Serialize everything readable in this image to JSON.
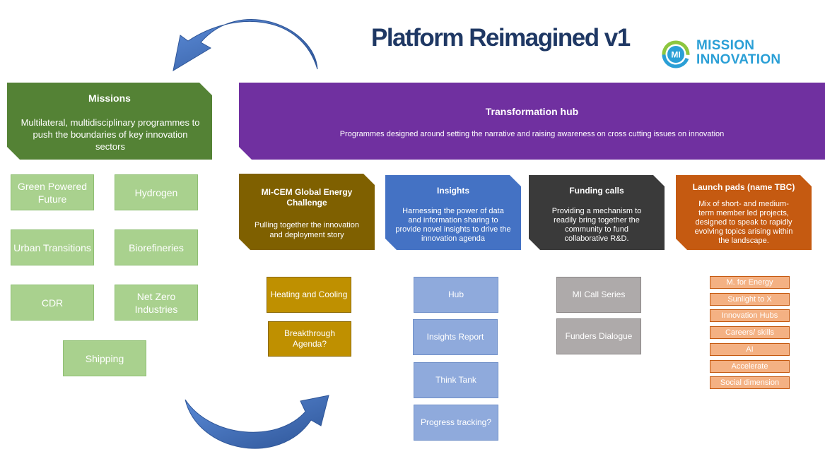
{
  "title": "Platform Reimagined v1",
  "logo": {
    "badge": "MI",
    "line1": "MISSION",
    "line2": "INNOVATION"
  },
  "missions": {
    "title": "Missions",
    "description": "Multilateral, multidisciplinary programmes to push the boundaries of key innovation sectors",
    "items": [
      "Green Powered Future",
      "Hydrogen",
      "Urban Transitions",
      "Biorefineries",
      "CDR",
      "Net Zero Industries",
      "Shipping"
    ]
  },
  "hub": {
    "title": "Transformation hub",
    "description": "Programmes designed around setting the narrative and raising awareness on cross cutting issues on innovation"
  },
  "columns": [
    {
      "title": "MI-CEM Global Energy Challenge",
      "description": "Pulling together the innovation and deployment story",
      "items": [
        "Heating and Cooling",
        "Breakthrough Agenda?"
      ]
    },
    {
      "title": "Insights",
      "description": "Harnessing the power of data and information sharing to provide novel insights to drive the innovation agenda",
      "items": [
        "Hub",
        "Insights Report",
        "Think Tank",
        "Progress tracking?"
      ]
    },
    {
      "title": "Funding calls",
      "description": "Providing a mechanism to readily bring together the community to fund collaborative R&D.",
      "items": [
        "MI Call Series",
        "Funders Dialogue"
      ]
    },
    {
      "title": "Launch pads (name TBC)",
      "description": "Mix of short- and medium-term member led projects, designed to speak to rapidly evolving topics arising within the landscape.",
      "items": [
        "M. for Energy",
        "Sunlight to X",
        "Innovation Hubs",
        "Careers/ skills",
        "AI",
        "Accelerate",
        "Social dimension"
      ]
    }
  ],
  "colors": {
    "title": "#1f3864",
    "missions": "#548235",
    "mission_item": "#a9d18e",
    "hub": "#7030a0",
    "gec": "#7f6000",
    "gec_item": "#bf9000",
    "insights": "#4472c4",
    "insights_item": "#8faadc",
    "funding": "#3a3a3a",
    "funding_item": "#aeaaaa",
    "launch": "#c55a11",
    "launch_item": "#f4b183",
    "arrow": "#4472c4"
  }
}
